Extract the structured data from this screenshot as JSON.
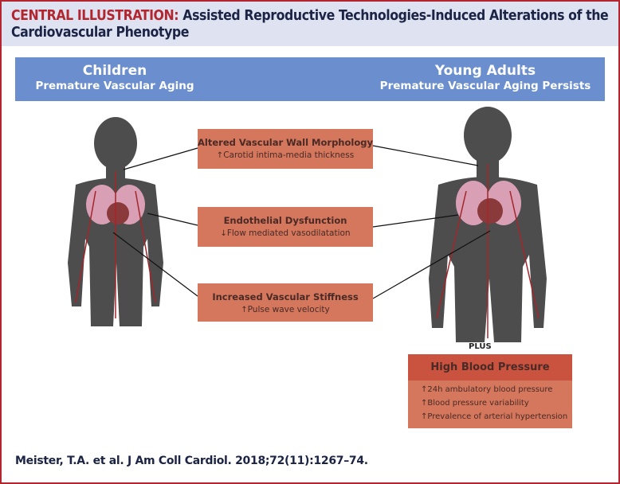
{
  "header": {
    "title_lead": "CENTRAL ILLUSTRATION:",
    "title_rest": "Assisted Reproductive Technologies-Induced Alterations of the Cardiovascular Phenotype"
  },
  "banner": {
    "left": {
      "title": "Children",
      "subtitle": "Premature Vascular Aging"
    },
    "right": {
      "title": "Young Adults",
      "subtitle": "Premature Vascular Aging Persists"
    }
  },
  "findings": [
    {
      "title": "Altered Vascular Wall Morphology",
      "arrow": "↑",
      "detail": "Carotid intima-media thickness"
    },
    {
      "title": "Endothelial Dysfunction",
      "arrow": "↓",
      "detail": "Flow mediated vasodilatation"
    },
    {
      "title": "Increased Vascular Stiffness",
      "arrow": "↑",
      "detail": "Pulse wave velocity"
    }
  ],
  "plus_label": "PLUS",
  "high_bp": {
    "title": "High Blood Pressure",
    "items": [
      {
        "arrow": "↑",
        "text": "24h ambulatory blood pressure"
      },
      {
        "arrow": "↑",
        "text": "Blood pressure variability"
      },
      {
        "arrow": "↑",
        "text": "Prevalence of arterial hypertension"
      }
    ]
  },
  "citation": "Meister, T.A. et al. J Am Coll Cardiol. 2018;72(11):1267–74.",
  "colors": {
    "accent_red": "#b3262f",
    "banner_blue": "#6b8fce",
    "box": "#d4775c",
    "box_header": "#c9533f",
    "silhouette": "#4d4d4d"
  }
}
